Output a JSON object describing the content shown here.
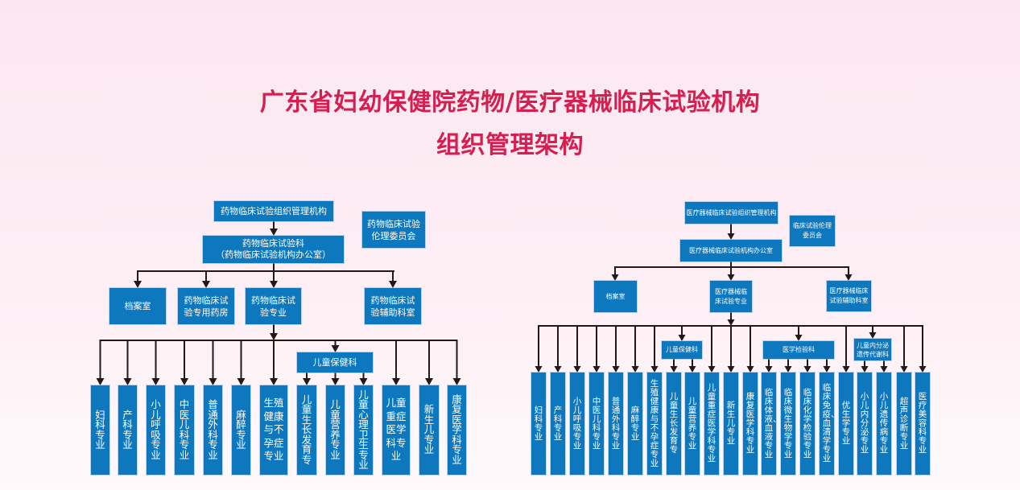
{
  "title": {
    "line1": "广东省妇幼保健院药物/医疗器械临床试验机构",
    "line2": "组织管理架构"
  },
  "colors": {
    "title": "#d51f50",
    "box": "#0d78bd",
    "box_text": "#ffffff",
    "connector": "#231815",
    "background": "#fce7f0"
  },
  "drug_chart": {
    "top": "药物临床试验组织管理机构",
    "ethics": "药物临床试验\n伦理委员会",
    "office": "药物临床试验科\n（药物临床试验机构办公室）",
    "archive": "档案室",
    "pharmacy": "药物临床试\n验专用药房",
    "specialty": "药物临床试\n验专业",
    "auxiliary": "药物临床试\n验辅助科室",
    "child_health_dept": "儿童保健科",
    "specialties": [
      "妇科专业",
      "产科专业",
      "小儿呼吸专业",
      "中医儿科专业",
      "普通外科专业",
      "麻醉专业",
      "生殖健康与不孕症专业",
      "儿童生长发育专",
      "儿童营养专业",
      "儿童心理卫生专业",
      "儿童重症医学科专业",
      "新生儿专业",
      "康复医学科专业"
    ]
  },
  "device_chart": {
    "top": "医疗器械临床试验组织管理机构",
    "ethics": "临床试验伦理\n委员会",
    "office": "医疗器械临床试验机构办公室",
    "archive": "档案室",
    "specialty": "医疗器械临\n床试验专业",
    "auxiliary": "医疗器械临床\n试验辅助科室",
    "child_health_dept": "儿童保健科",
    "lab_dept": "医学检验科",
    "endocrine_dept": "儿童内分泌\n遗传代谢科",
    "specialties": [
      "妇科专业",
      "产科专业",
      "小儿呼吸专业",
      "中医儿科专业",
      "普通外科专业",
      "麻醉专业",
      "生殖健康与不孕症专业",
      "儿童生长发育专",
      "儿童营养专业",
      "儿童重症医学科专业",
      "新生儿专业",
      "康复医学科专业",
      "临床体液、血液专业",
      "临床微生物学专业",
      "临床化学检验专业",
      "临床免疫、血清学专业",
      "优生学专业",
      "小儿内分泌专业",
      "小儿遗传病专业",
      "超声诊断专业",
      "医疗美容科专业"
    ]
  }
}
